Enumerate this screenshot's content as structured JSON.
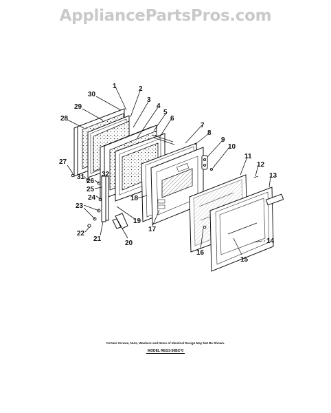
{
  "watermark": "AppliancePartsPros.com",
  "callouts": [
    "1",
    "2",
    "3",
    "4",
    "5",
    "6",
    "7",
    "8",
    "9",
    "10",
    "11",
    "12",
    "13",
    "14",
    "15",
    "16",
    "17",
    "18",
    "19",
    "20",
    "21",
    "22",
    "23",
    "24",
    "25",
    "26",
    "27",
    "28",
    "29",
    "30",
    "31",
    "32"
  ],
  "footnote": "Certain Screws, Nuts, Washers and Items of Identical Design May Not Be Shown.",
  "model": "MODEL REG3-36BC*0"
}
